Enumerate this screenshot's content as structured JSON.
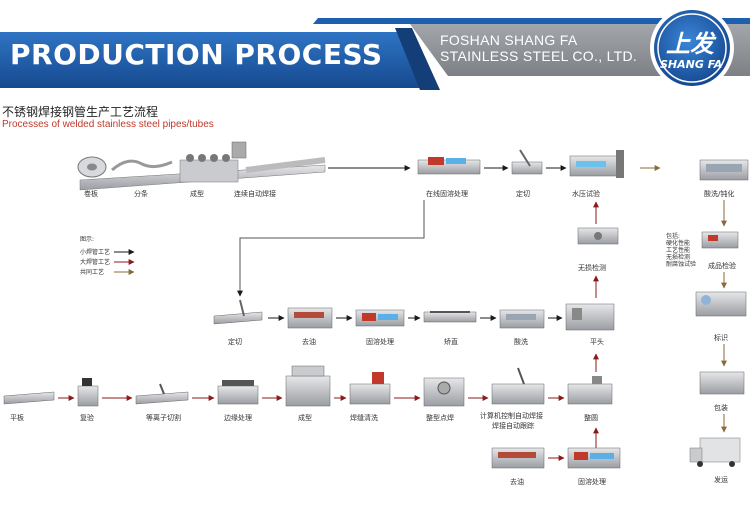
{
  "header": {
    "title": "PRODUCTION PROCESS",
    "company_line1": "FOSHAN SHANG FA",
    "company_line2": "STAINLESS STEEL CO., LTD.",
    "logo_cn": "上发",
    "logo_en": "SHANG FA",
    "colors": {
      "banner": "#1f5fb0",
      "banner_dark": "#143e78",
      "gray": "#8e9196",
      "logo_ring": "#ffffff"
    }
  },
  "diagram": {
    "title_cn": "不锈钢焊接钢管生产工艺流程",
    "title_en": "Processes of welded stainless steel pipes/tubes",
    "legend": {
      "heading": "图示:",
      "items": [
        {
          "label": "小焊管工艺",
          "color": "#1a1a1a"
        },
        {
          "label": "大焊管工艺",
          "color": "#8b1a1a"
        },
        {
          "label": "共同工艺",
          "color": "#8a6a3a"
        }
      ]
    },
    "steps": {
      "juanban": "卷板",
      "fentiao": "分条",
      "chengxing_small": "成型",
      "lianxu_hanjie": "连续自动焊接",
      "zaixian_gurong": "在线固溶处理",
      "dingqie_top": "定切",
      "shuiya": "水压试验",
      "suanxi_dunhua": "酸洗/钝化",
      "baozhi_note": "包括:\n硬化性能\n工艺性能\n无损检测\n耐腐蚀试验",
      "chengpin_jianyan": "成品检验",
      "wusun": "无损检测",
      "dingqie_mid": "定切",
      "quyou_mid": "去油",
      "gurong_mid": "固溶处理",
      "jiaozhi": "矫直",
      "suanxi_mid": "酸洗",
      "pingtou": "平头",
      "biaoshi": "标识",
      "pingban": "平板",
      "fuyan": "复验",
      "dengli": "等离子切割",
      "bianyuan": "边缘处理",
      "chengxing_big": "成型",
      "hanfeng_qingxi": "焊缝清洗",
      "zhengxing": "整型点焊",
      "jisuanji": "计算机控制自动焊接",
      "hanjie_genzong": "焊接自动跟踪",
      "zhengyuan": "整圆",
      "baozhuang": "包装",
      "quyou_bot": "去油",
      "gurong_bot": "固溶处理",
      "fayun": "发运"
    }
  }
}
